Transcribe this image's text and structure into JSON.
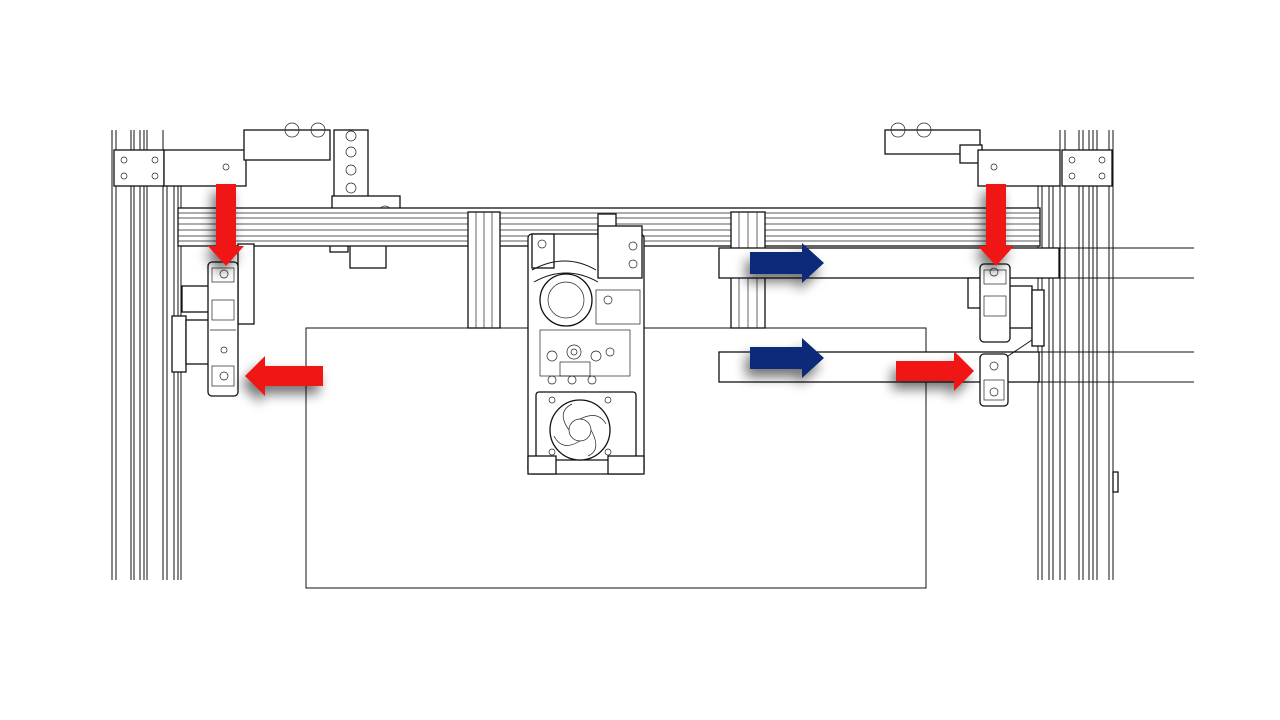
{
  "diagram": {
    "background": "#ffffff",
    "line_color": "#111111",
    "arrow_colors": {
      "red": "#f01414",
      "blue": "#0a2a7a"
    },
    "arrows": [
      {
        "name": "left-pulley-down-arrow",
        "color": "red",
        "direction": "down"
      },
      {
        "name": "right-pulley-down-arrow",
        "color": "red",
        "direction": "down"
      },
      {
        "name": "left-carriage-left-arrow",
        "color": "red",
        "direction": "left"
      },
      {
        "name": "right-carriage-right-arrow",
        "color": "red",
        "direction": "right"
      },
      {
        "name": "upper-belt-right-arrow",
        "color": "blue",
        "direction": "right"
      },
      {
        "name": "lower-belt-right-arrow",
        "color": "blue",
        "direction": "right"
      }
    ]
  }
}
